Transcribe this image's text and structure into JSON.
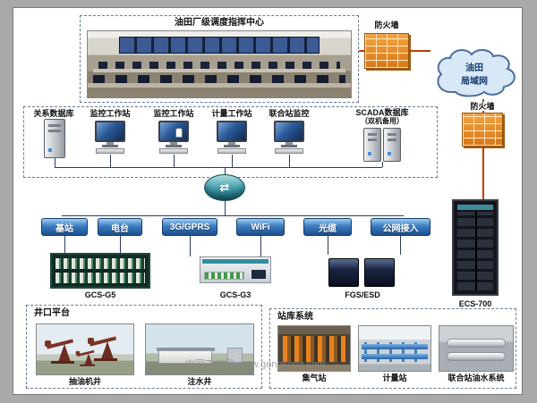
{
  "header": {
    "control_center": "油田厂级调度指挥中心",
    "firewall_top": "防火墙",
    "cloud": "油田\n局域网",
    "firewall_right": "防火墙"
  },
  "workstation_row": {
    "database": "关系数据库",
    "stations": [
      {
        "label": "监控工作站"
      },
      {
        "label": "监控工作站"
      },
      {
        "label": "计量工作站"
      },
      {
        "label": "联合站监控"
      }
    ],
    "scada": "SCADA数据库",
    "scada_note": "（双机备用）"
  },
  "network": {
    "links": [
      {
        "label": "基站"
      },
      {
        "label": "电台"
      },
      {
        "label": "3G/GPRS"
      },
      {
        "label": "WiFi"
      },
      {
        "label": "光缆"
      },
      {
        "label": "公网接入"
      }
    ]
  },
  "equipment": [
    {
      "label": "GCS-G5"
    },
    {
      "label": "GCS-G3"
    },
    {
      "label": "FGS/ESD"
    },
    {
      "label": "ECS-700"
    }
  ],
  "wellhead": {
    "title": "井口平台",
    "items": [
      {
        "label": "抽油机井"
      },
      {
        "label": "注水井"
      }
    ]
  },
  "station_system": {
    "title": "站库系统",
    "items": [
      {
        "label": "集气站"
      },
      {
        "label": "计量站"
      },
      {
        "label": "联合站油水系统"
      }
    ]
  },
  "watermark": "中国工控网 www.gongkong.com",
  "colors": {
    "link_box_blue": "#2e72b8",
    "firewall_orange": "#e8821e",
    "line_navy": "#2c3a5a",
    "line_red": "#bf3f00",
    "cloud_fill": "#d9e8f6"
  }
}
